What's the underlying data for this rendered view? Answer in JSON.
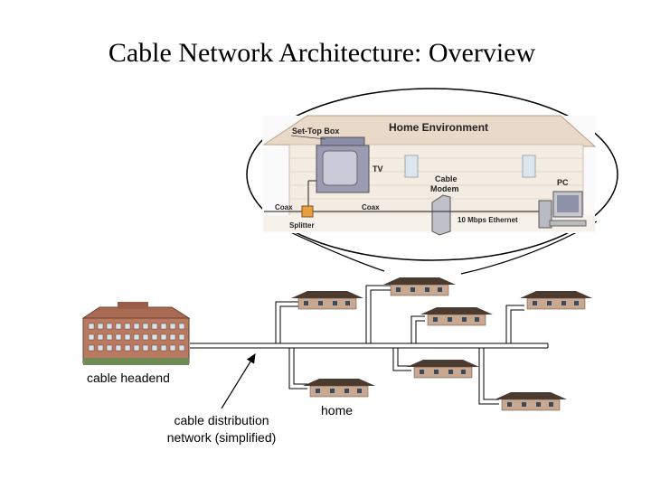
{
  "title": "Cable Network Architecture: Overview",
  "inset": {
    "header": "Home Environment",
    "set_top_box": "Set-Top Box",
    "tv": "TV",
    "cable_modem_line1": "Cable",
    "cable_modem_line2": "Modem",
    "pc": "PC",
    "coax_left": "Coax",
    "coax_right": "Coax",
    "splitter": "Splitter",
    "ethernet": "10 Mbps Ethernet"
  },
  "labels": {
    "headend": "cable headend",
    "distribution_line1": "cable distribution",
    "distribution_line2": "network (simplified)",
    "home": "home"
  }
}
